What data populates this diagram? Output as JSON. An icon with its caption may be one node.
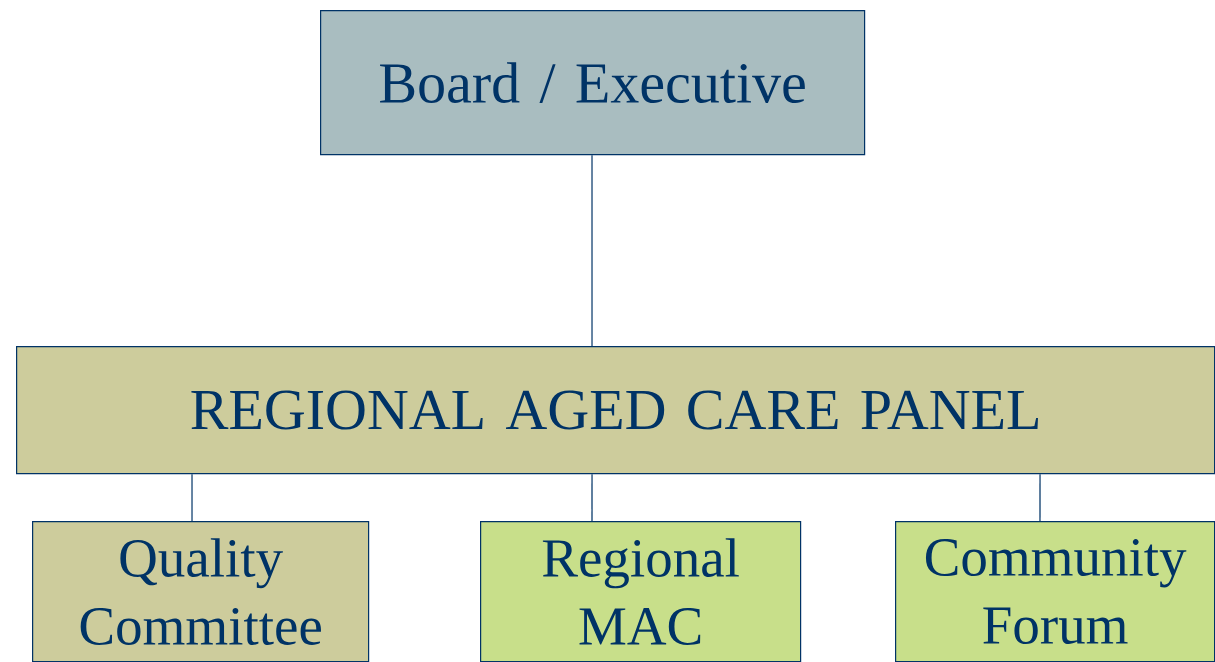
{
  "diagram": {
    "nodes": [
      {
        "text": [
          "Board / Executive"
        ]
      },
      {
        "text": [
          "REGIONAL AGED CARE PANEL"
        ]
      },
      {
        "text": [
          "Quality Committee"
        ]
      },
      {
        "text": [
          "Regional MAC"
        ]
      },
      {
        "text": [
          "Community Forum"
        ]
      }
    ],
    "edges": [
      {
        "from": 0,
        "to": 1,
        "arrow": "none"
      },
      {
        "from": 1,
        "to": 2,
        "arrow": "none"
      },
      {
        "from": 1,
        "to": 3,
        "arrow": "none"
      },
      {
        "from": 1,
        "to": 4,
        "arrow": "none"
      }
    ]
  }
}
